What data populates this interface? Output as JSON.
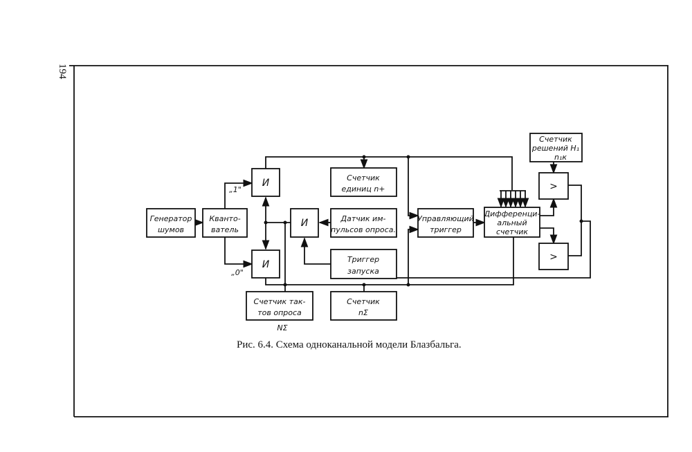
{
  "page_number": "194",
  "caption": "Рис. 6.4. Схема одноканальной модели Блазбальга.",
  "blocks": {
    "generator": [
      "Генератор",
      "шумов"
    ],
    "quantizer": [
      "Кванто-",
      "ватель"
    ],
    "and_top": "И",
    "and_mid": "И",
    "and_bot": "И",
    "ones_counter": [
      "Счетчик",
      "единиц  n+"
    ],
    "pulse_sensor": [
      "Датчик им-",
      "пульсов опроса."
    ],
    "start_trigger": [
      "Триггер",
      "запуска"
    ],
    "clock_counter": [
      "Счетчик так-",
      "тов опроса"
    ],
    "clock_counter_symbol": "NΣ",
    "sum_counter": [
      "Счетчик",
      "nΣ"
    ],
    "control_trigger": [
      "Управляющий",
      "триггер"
    ],
    "diff_counter": [
      "Дифференци-",
      "альный",
      "счетчик"
    ],
    "decision_counter": [
      "Счетчик",
      "решений H₁",
      "n₁к"
    ],
    "comparator_top": ">",
    "comparator_bot": ">"
  },
  "signals": {
    "one": "„1\"",
    "zero": "„0\""
  }
}
